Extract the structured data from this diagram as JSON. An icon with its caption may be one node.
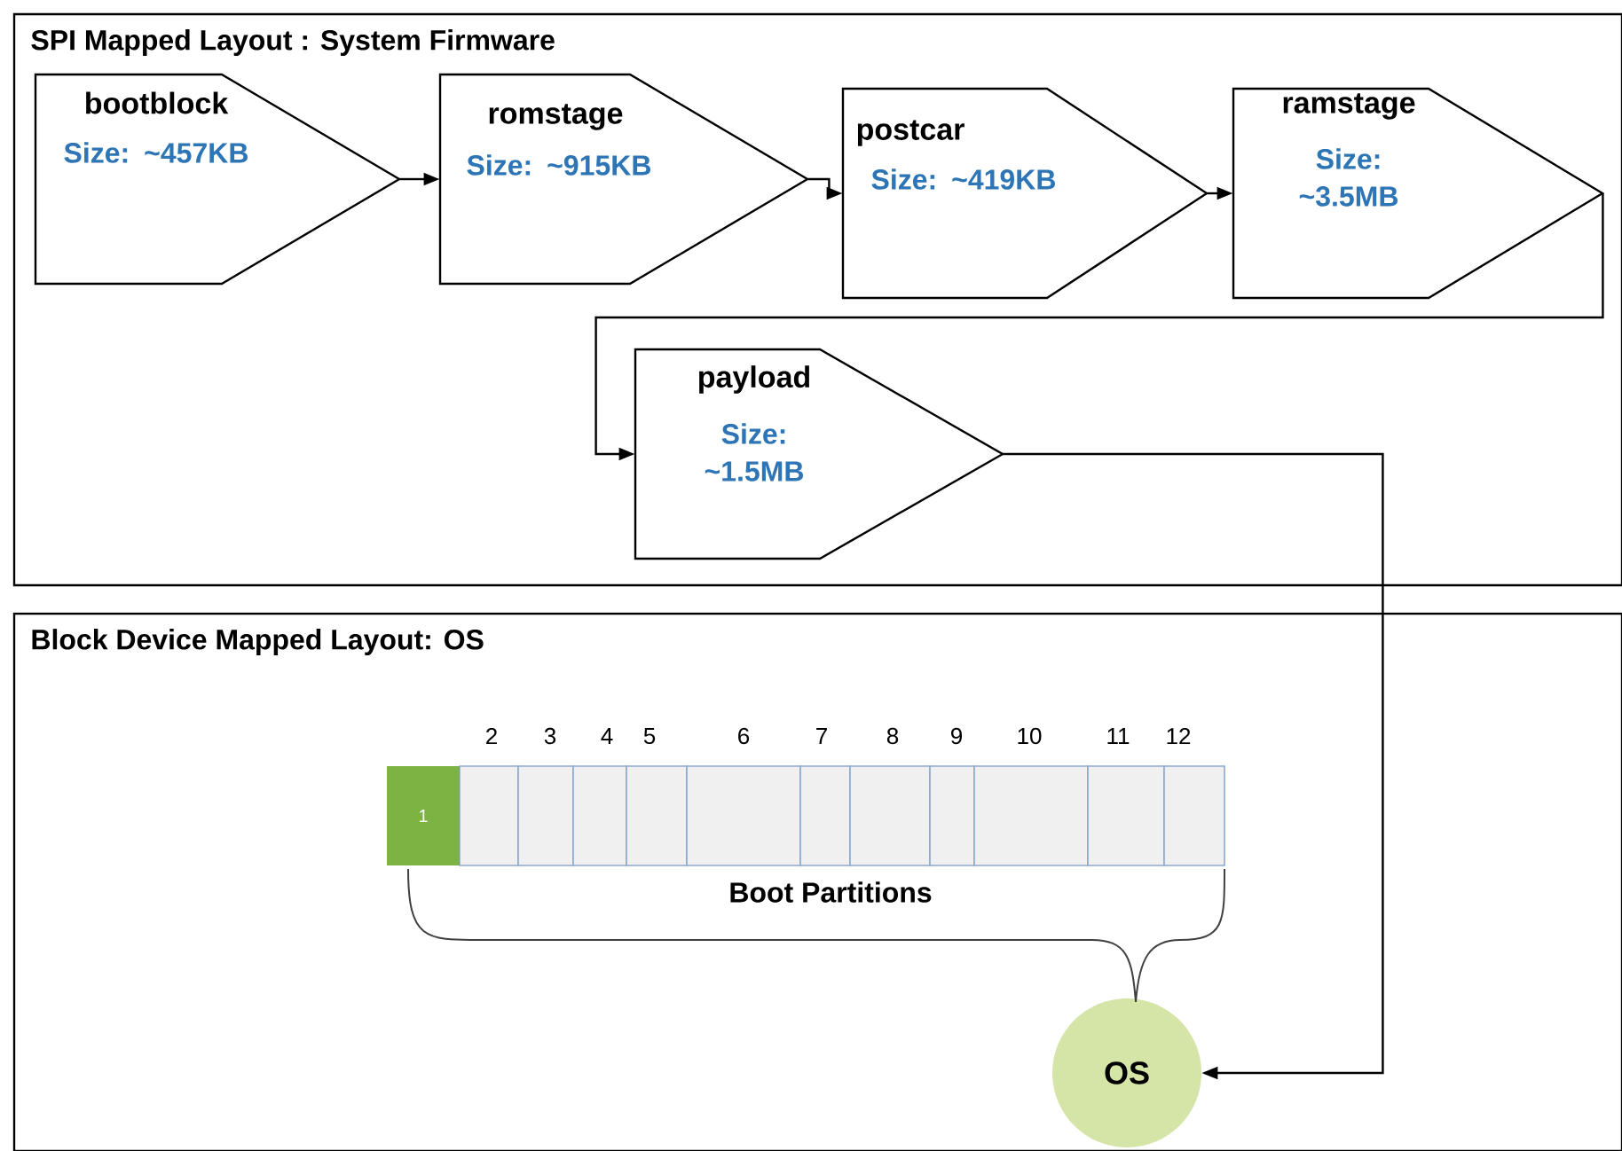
{
  "diagram": {
    "nodes": [
      {
        "text": [
          "SPI Mapped Layout : System Firmware"
        ]
      },
      {
        "text": [
          "bootblock",
          "Size: ~457KB"
        ],
        "in": 0
      },
      {
        "text": [
          "romstage",
          "Size: ~915KB"
        ],
        "in": 0
      },
      {
        "text": [
          "postcar",
          "Size: ~419KB"
        ],
        "in": 0
      },
      {
        "text": [
          "ramstage",
          "Size: ~3.5MB"
        ],
        "in": 0
      },
      {
        "text": [
          "payload",
          "Size: ~1.5MB"
        ],
        "in": 0
      },
      {
        "text": [
          "Block Device Mapped Layout: OS"
        ]
      },
      {
        "text": [
          "1"
        ],
        "in": 6
      },
      {
        "text": [
          "OS"
        ],
        "in": 6
      }
    ],
    "edges": [
      {
        "from": 1,
        "to": 2,
        "arrow": "to"
      },
      {
        "from": 2,
        "to": 3,
        "arrow": "to"
      },
      {
        "from": 3,
        "to": 4,
        "arrow": "to"
      },
      {
        "from": 4,
        "to": 5,
        "arrow": "to"
      },
      {
        "from": 5,
        "to": 8,
        "arrow": "to"
      }
    ],
    "labels": [
      "2",
      "3",
      "4",
      "5",
      "6",
      "7",
      "8",
      "9",
      "10",
      "11",
      "12",
      "Boot Partitions"
    ]
  }
}
